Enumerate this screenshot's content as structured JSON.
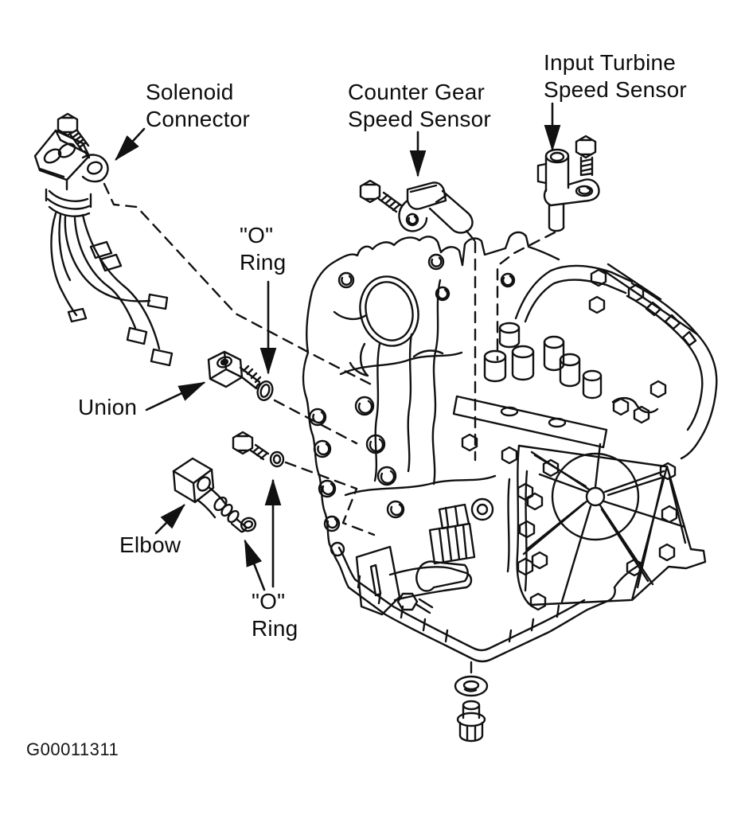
{
  "figure": {
    "code": "G00011311",
    "background_color": "#ffffff",
    "line_color": "#111111",
    "text_color": "#0d0d0d"
  },
  "callouts": {
    "solenoid_connector": {
      "line1": "Solenoid",
      "line2": "Connector"
    },
    "counter_gear_speed_sensor": {
      "line1": "Counter Gear",
      "line2": "Speed Sensor"
    },
    "input_turbine_speed_sensor": {
      "line1": "Input Turbine",
      "line2": "Speed Sensor"
    },
    "o_ring_upper": {
      "line1": "\"O\"",
      "line2": "Ring"
    },
    "union": {
      "label": "Union"
    },
    "elbow": {
      "label": "Elbow"
    },
    "o_ring_lower": {
      "line1": "\"O\"",
      "line2": "Ring"
    }
  }
}
